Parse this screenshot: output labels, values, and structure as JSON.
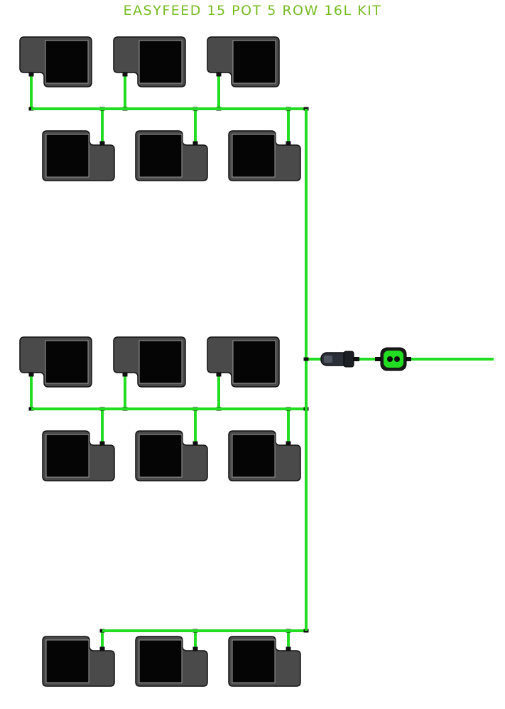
{
  "title": "EASYFEED 15 POT 5 ROW 16L KIT",
  "colors": {
    "title": "#77bb22",
    "pipe": "#22dd22",
    "pot_body": "#4a4a4a",
    "pot_insert": "#050505",
    "connector": "#111111"
  },
  "icons": {
    "valve": "tap-connector-icon",
    "controller": "easyfeed-controller-icon"
  },
  "rows": [
    {
      "name": "row-1",
      "pots": 3,
      "orientation": "top"
    },
    {
      "name": "row-2",
      "pots": 3,
      "orientation": "bottom"
    },
    {
      "name": "row-3",
      "pots": 3,
      "orientation": "top"
    },
    {
      "name": "row-4",
      "pots": 3,
      "orientation": "bottom"
    },
    {
      "name": "row-5",
      "pots": 3,
      "orientation": "bottom"
    }
  ]
}
